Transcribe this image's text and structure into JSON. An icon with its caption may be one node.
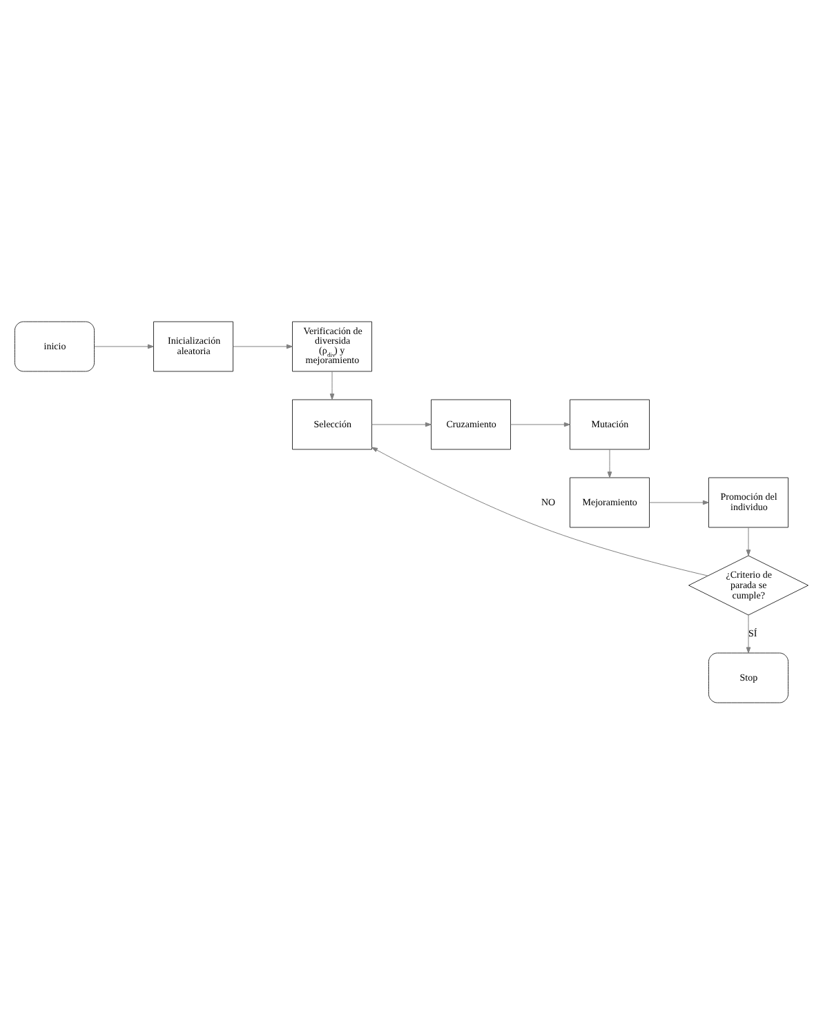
{
  "diagram": {
    "nodes": [
      {
        "text": [
          "inicio"
        ]
      },
      {
        "text": [
          "Inicialización aleatoria"
        ]
      },
      {
        "text": [
          "Verificación de diversida (ρ$_{div}$) y mejoramiento"
        ]
      },
      {
        "text": [
          "Selección"
        ]
      },
      {
        "text": [
          "Cruzamiento"
        ]
      },
      {
        "text": [
          "Mutación"
        ]
      },
      {
        "text": [
          "Mejoramiento"
        ]
      },
      {
        "text": [
          "Promoción del individuo"
        ]
      },
      {
        "text": [
          "¿Criterio de parada se cumple?"
        ]
      },
      {
        "text": [
          "Stop"
        ]
      }
    ],
    "edges": [
      {
        "from": 0,
        "to": 1,
        "arrow": "to"
      },
      {
        "from": 1,
        "to": 2,
        "arrow": "to"
      },
      {
        "from": 2,
        "to": 3,
        "arrow": "to"
      },
      {
        "from": 3,
        "to": 4,
        "arrow": "to"
      },
      {
        "from": 4,
        "to": 5,
        "arrow": "to"
      },
      {
        "from": 5,
        "to": 6,
        "arrow": "to"
      },
      {
        "from": 6,
        "to": 7,
        "arrow": "to"
      },
      {
        "from": 7,
        "to": 8,
        "arrow": "to"
      },
      {
        "from": 8,
        "to": 3,
        "arrow": "to",
        "label": "NO"
      },
      {
        "from": 8,
        "to": 9,
        "arrow": "to",
        "label": "SÍ"
      }
    ]
  }
}
